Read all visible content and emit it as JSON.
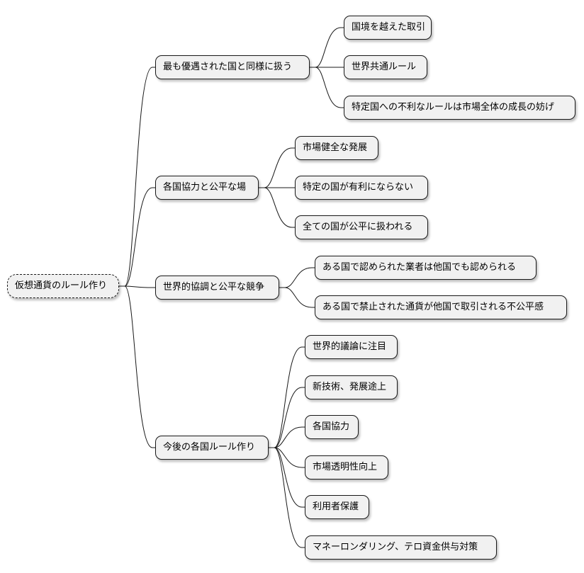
{
  "root": {
    "label": "仮想通貨のルール作り"
  },
  "branches": [
    {
      "label": "最も優遇された国と同様に扱う",
      "children": [
        "国境を越えた取引",
        "世界共通ルール",
        "特定国への不利なルールは市場全体の成長の妨げ"
      ]
    },
    {
      "label": "各国協力と公平な場",
      "children": [
        "市場健全な発展",
        "特定の国が有利にならない",
        "全ての国が公平に扱われる"
      ]
    },
    {
      "label": "世界的協調と公平な競争",
      "children": [
        "ある国で認められた業者は他国でも認められる",
        "ある国で禁止された通貨が他国で取引される不公平感"
      ]
    },
    {
      "label": "今後の各国ルール作り",
      "children": [
        "世界的議論に注目",
        "新技術、発展途上",
        "各国協力",
        "市場透明性向上",
        "利用者保護",
        "マネーロンダリング、テロ資金供与対策"
      ]
    }
  ]
}
